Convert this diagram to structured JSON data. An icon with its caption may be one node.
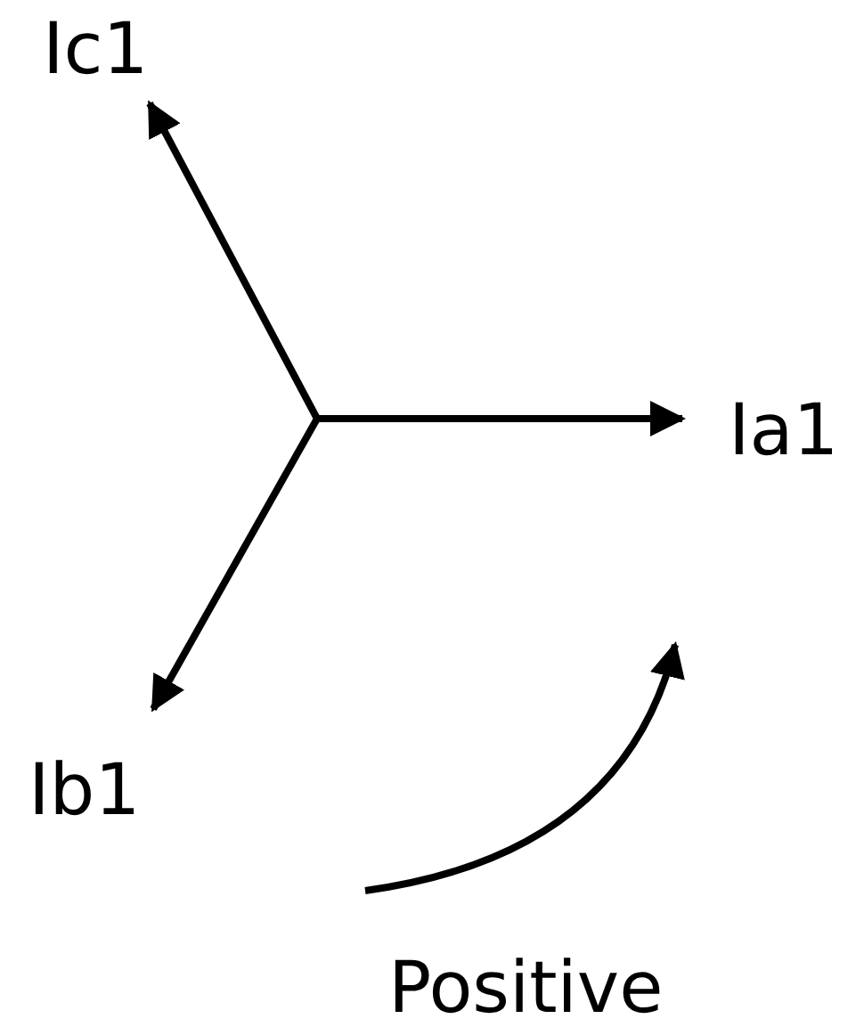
{
  "diagram": {
    "labels": [
      "Ic1",
      "Ia1",
      "Ib1",
      "Positive"
    ]
  }
}
